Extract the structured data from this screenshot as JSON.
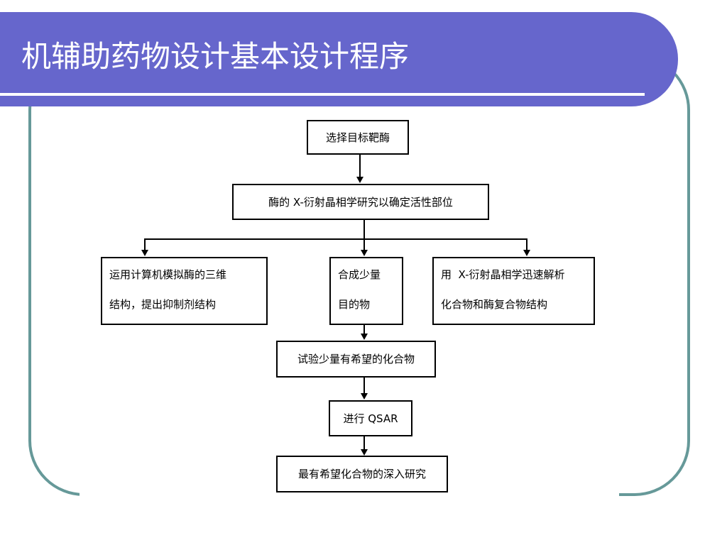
{
  "slide": {
    "title": "机辅助药物设计基本设计程序",
    "theme_color": "#6666cc",
    "frame_color": "#669999"
  },
  "flowchart": {
    "select_target": "选择目标靶酶",
    "xray_site": "酶的 X-衍射晶相学研究以确定活性部位",
    "left_line1": "运用计算机模拟酶的三维",
    "left_line2": "结构，提出抑制剂结构",
    "mid_line1": "合成少量",
    "mid_line2": "目的物",
    "right_line1": "用  X-衍射晶相学迅速解析",
    "right_line2": "化合物和酶复合物结构",
    "test_compounds": "试验少量有希望的化合物",
    "qsar": "进行 QSAR",
    "deep_study": "最有希望化合物的深入研究"
  }
}
